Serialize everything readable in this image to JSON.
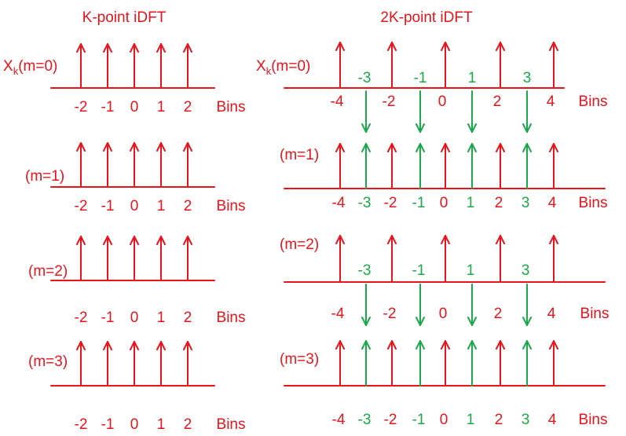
{
  "colors": {
    "red": "#e8141c",
    "green": "#1aa84a",
    "background": "#ffffff"
  },
  "left_title": "K-point iDFT",
  "right_title": "2K-point iDFT",
  "xk_prefix": "X",
  "xk_sub": "k",
  "xk_suffix": "(m=0)",
  "bins_label": "Bins",
  "row_labels": [
    "(m=1)",
    "(m=2)",
    "(m=3)"
  ],
  "left_bins": [
    "-2",
    "-1",
    "0",
    "1",
    "2"
  ],
  "right_bins": [
    "-4",
    "-3",
    "-2",
    "-1",
    "0",
    "1",
    "2",
    "3",
    "4"
  ],
  "right_green_bins": [
    "-3",
    "-1",
    "1",
    "3"
  ],
  "right_red_bins": [
    "-4",
    "-2",
    "0",
    "2",
    "4"
  ],
  "right_green_arrows": {
    "m0": "down",
    "m1": "up",
    "m2": "down",
    "m3": "up"
  }
}
